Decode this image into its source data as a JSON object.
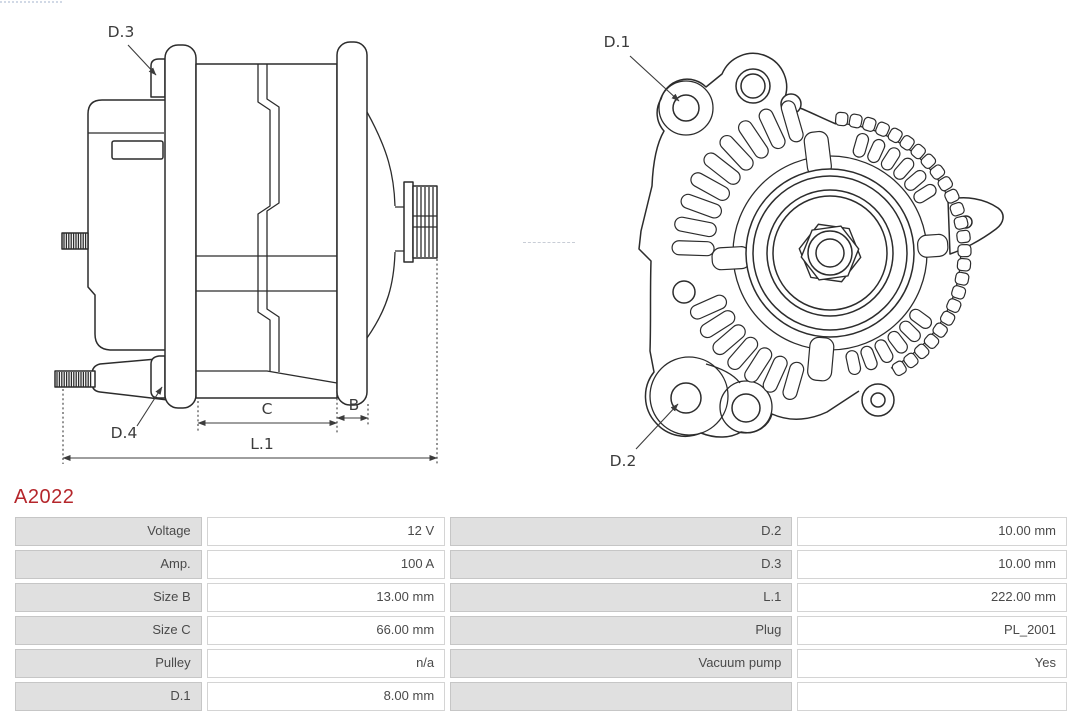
{
  "part_number": "A2022",
  "colors": {
    "part_number_red": "#b5262b",
    "table_label_bg": "#e0e0e0",
    "line_color": "#2c2c2c"
  },
  "diagram": {
    "side_view": {
      "d3": "D.3",
      "d4": "D.4",
      "c": "C",
      "b": "B",
      "l1": "L.1"
    },
    "front_view": {
      "d1": "D.1",
      "d2": "D.2"
    }
  },
  "table": {
    "rows": [
      [
        "Voltage",
        "12 V",
        "D.2",
        "10.00 mm"
      ],
      [
        "Amp.",
        "100 A",
        "D.3",
        "10.00 mm"
      ],
      [
        "Size B",
        "13.00 mm",
        "L.1",
        "222.00 mm"
      ],
      [
        "Size C",
        "66.00 mm",
        "Plug",
        "PL_2001"
      ],
      [
        "Pulley",
        "n/a",
        "Vacuum pump",
        "Yes"
      ],
      [
        "D.1",
        "8.00 mm",
        "",
        ""
      ]
    ]
  }
}
